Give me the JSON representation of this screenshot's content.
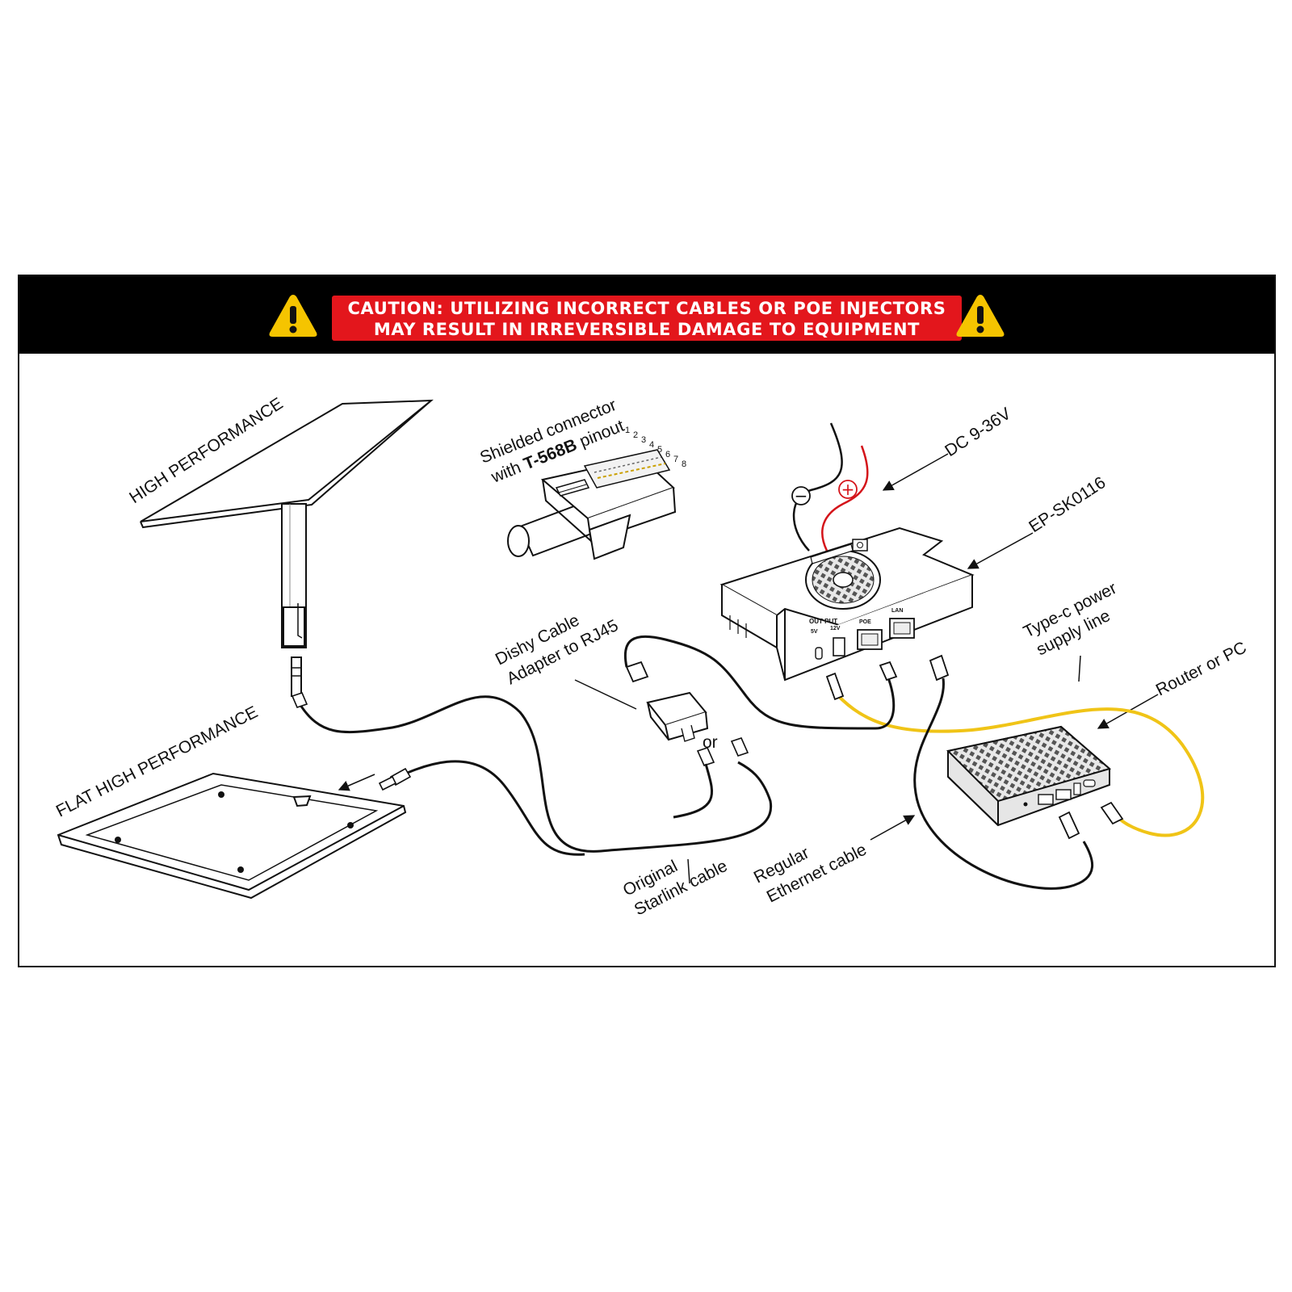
{
  "banner": {
    "line1": "CAUTION: UTILIZING INCORRECT CABLES OR POE INJECTORS",
    "line2": "MAY RESULT IN IRREVERSIBLE DAMAGE TO EQUIPMENT",
    "icon": "warning-triangle-icon",
    "colors": {
      "background": "#000000",
      "caution": "#e3161c",
      "warning": "#f5c400"
    }
  },
  "labels": {
    "high_performance": "HIGH PERFORMANCE",
    "flat_high_performance": "FLAT HIGH PERFORMANCE",
    "shielded_line1": "Shielded connector",
    "shielded_line2_prefix": "with ",
    "shielded_line2_bold": "T-568B",
    "shielded_line2_suffix": " pinout",
    "dc": "DC 9-36V",
    "device": "EP-SK0116",
    "typec_line1": "Type-c power",
    "typec_line2": "supply line",
    "router": "Router or PC",
    "dishy_line1": "Dishy Cable",
    "dishy_line2": "Adapter to RJ45",
    "or": "or",
    "original_line1": "Original",
    "original_line2": "Starlink cable",
    "ethernet_line1": "Regular",
    "ethernet_line2": "Ethernet cable"
  },
  "pinout": [
    "1",
    "2",
    "3",
    "4",
    "5",
    "6",
    "7",
    "8"
  ],
  "device_ports": {
    "output": "OUT PUT",
    "v5": "5V",
    "v12": "12V",
    "poe": "POE",
    "lan": "LAN"
  },
  "polarity": {
    "minus": "−",
    "plus": "+"
  }
}
